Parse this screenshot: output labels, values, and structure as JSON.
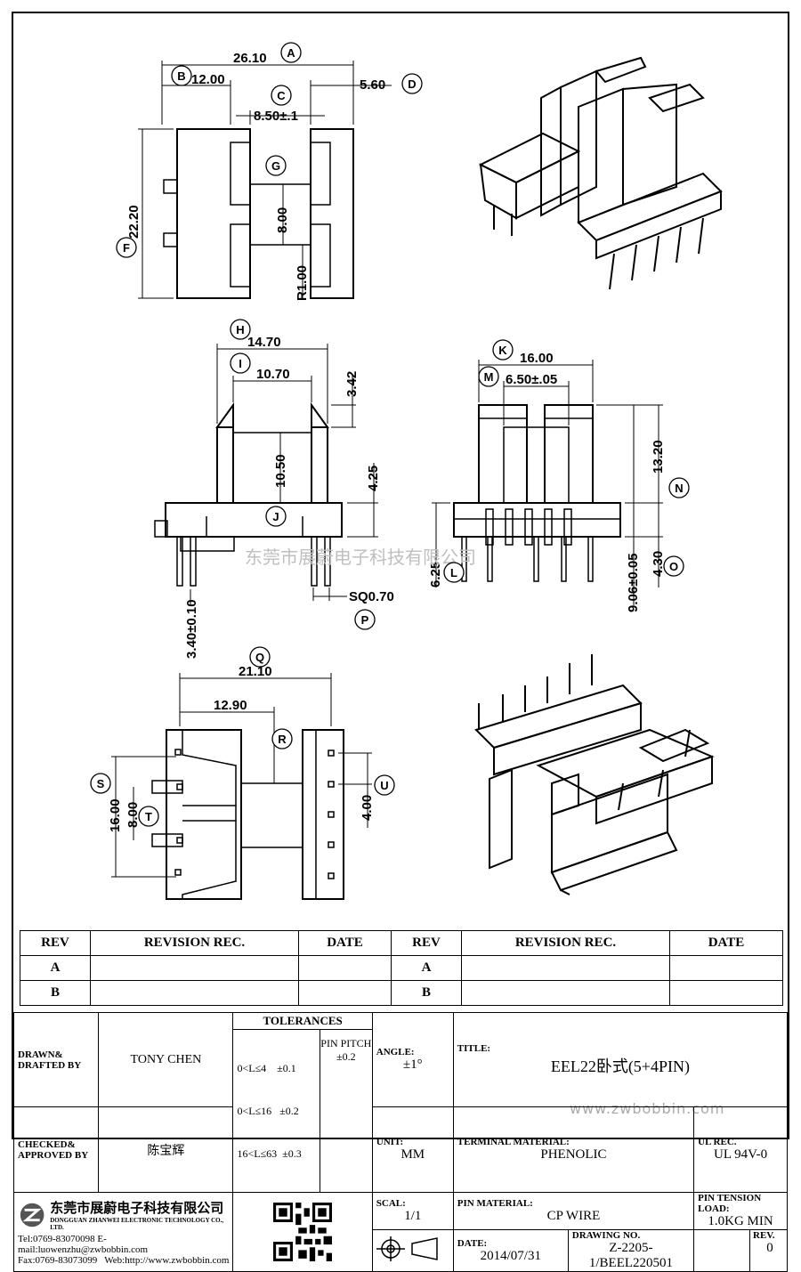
{
  "dims": {
    "A": "26.10",
    "B": "12.00",
    "C": "8.50±.1",
    "D": "5.60",
    "F": "22.20",
    "G": "8.00",
    "R1": "R1.00",
    "H": "14.70",
    "I": "10.70",
    "I2": "3.42",
    "J": "10.50",
    "J2": "4.25",
    "P34": "3.40±0.10",
    "P": "SQ0.70",
    "K": "16.00",
    "M": "6.50±.05",
    "N": "13.20",
    "L": "6.25",
    "N2": "9.06±0.05",
    "O": "4.30",
    "Q": "21.10",
    "R": "12.90",
    "S": "16.00",
    "T": "8.00",
    "U": "4.00"
  },
  "balloons": [
    "A",
    "B",
    "C",
    "D",
    "F",
    "G",
    "H",
    "I",
    "J",
    "K",
    "M",
    "N",
    "L",
    "O",
    "P",
    "Q",
    "R",
    "S",
    "T",
    "U"
  ],
  "watermark": "东莞市展蔚电子科技有限公司",
  "watermark2": "www.zwbobbin.com",
  "revision": {
    "headers": [
      "REV",
      "REVISION REC.",
      "DATE",
      "REV",
      "REVISION REC.",
      "DATE"
    ],
    "rows": [
      [
        "A",
        "",
        "",
        "A",
        "",
        ""
      ],
      [
        "B",
        "",
        "",
        "B",
        "",
        ""
      ]
    ]
  },
  "title_block": {
    "drawn_label": "DRAWN& DRAFTED BY",
    "drawn_value": "TONY CHEN",
    "checked_label": "CHECKED& APPROVED BY",
    "checked_value": "陈宝辉",
    "tolerances_label": "TOLERANCES",
    "tol1": "0<L≤4    ±0.1",
    "tol2": "0<L≤16   ±0.2",
    "tol3": "16<L≤63  ±0.3",
    "pin_pitch_label": "PIN PITCH",
    "pin_pitch_value": "±0.2",
    "angle_label": "ANGLE:",
    "angle_value": "±1°",
    "unit_label": "UNIT:",
    "unit_value": "MM",
    "scale_label": "SCAL:",
    "scale_value": "1/1",
    "title_label": "TITLE:",
    "title_value": "EEL22卧式(5+4PIN)",
    "terminal_label": "TERMINAL MATERIAL:",
    "terminal_value": "PHENOLIC",
    "ul_label": "UL REC.",
    "ul_value": "UL 94V-0",
    "pin_mat_label": "PIN MATERIAL:",
    "pin_mat_value": "CP WIRE",
    "tension_label": "PIN TENSION LOAD:",
    "tension_value": "1.0KG MIN",
    "date_label": "DATE:",
    "date_value": "2014/07/31",
    "drawing_label": "DRAWING NO.",
    "drawing_value": "Z-2205-1/BEEL220501",
    "rev_label": "REV.",
    "rev_value": "0",
    "company_cn": "东莞市展蔚电子科技有限公司",
    "company_en": "DONGGUAN ZHANWEI ELECTRONIC TECHNOLOGY CO., LTD.",
    "tel": "Tel:0769-83070098 E-mail:luowenzhu@zwbobbin.com",
    "fax": "Fax:0769-83073099   Web:http://www.zwbobbin.com"
  }
}
